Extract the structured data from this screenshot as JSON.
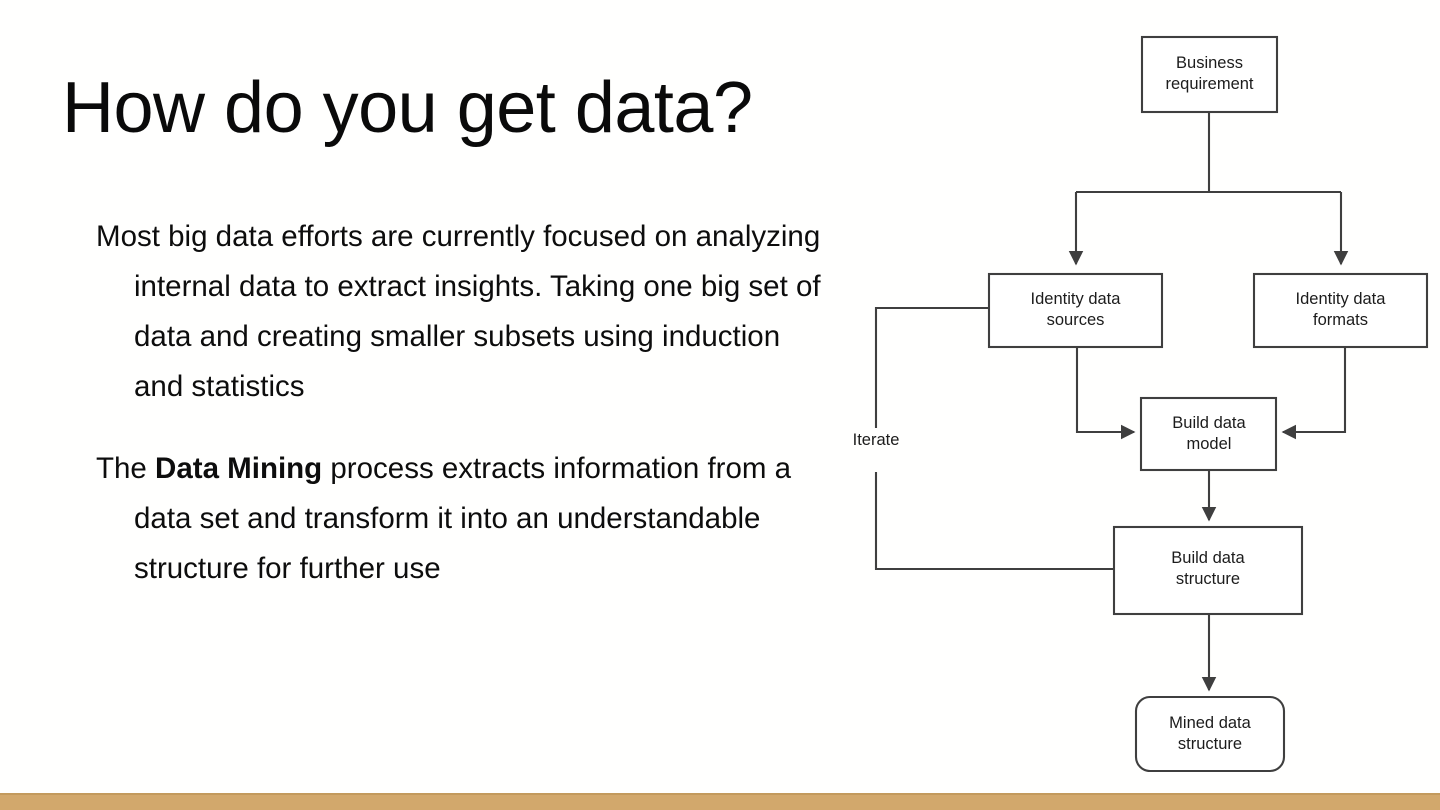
{
  "slide": {
    "title": "How do you get data?",
    "paragraphs": [
      {
        "id": "paragraph-big-data",
        "runs": [
          {
            "text": "Most big data efforts are currently focused on analyzing internal data to extract insights. Taking one big set of data and creating smaller subsets using induction and statistics",
            "bold": false
          }
        ]
      },
      {
        "id": "paragraph-data-mining",
        "runs": [
          {
            "text": "The ",
            "bold": false
          },
          {
            "text": "Data Mining",
            "bold": true
          },
          {
            "text": " process extracts information from a data set and transform it into an understandable structure for further use",
            "bold": false
          }
        ]
      }
    ],
    "accent_bar_color": "#d2a86c",
    "text_color": "#0d0d0d"
  },
  "diagram": {
    "title": "data mining process flowchart",
    "stroke_color": "#3f3f3f",
    "fill_color": "#ffffff",
    "nodes": [
      {
        "id": "business-requirement",
        "label_line1": "Business",
        "label_line2": "requirement",
        "shape": "rect"
      },
      {
        "id": "identity-data-sources",
        "label_line1": "Identity data",
        "label_line2": "sources",
        "shape": "rect"
      },
      {
        "id": "identity-data-formats",
        "label_line1": "Identity data",
        "label_line2": "formats",
        "shape": "rect"
      },
      {
        "id": "build-data-model",
        "label_line1": "Build data",
        "label_line2": "model",
        "shape": "rect"
      },
      {
        "id": "build-data-structure",
        "label_line1": "Build data",
        "label_line2": "structure",
        "shape": "rect"
      },
      {
        "id": "mined-data-structure",
        "label_line1": "Mined data",
        "label_line2": "structure",
        "shape": "rounded-rect"
      }
    ],
    "loop_label": "Iterate",
    "edges": [
      {
        "from": "business-requirement",
        "to": "identity-data-sources"
      },
      {
        "from": "business-requirement",
        "to": "identity-data-formats"
      },
      {
        "from": "identity-data-sources",
        "to": "build-data-model"
      },
      {
        "from": "identity-data-formats",
        "to": "build-data-model"
      },
      {
        "from": "build-data-model",
        "to": "build-data-structure"
      },
      {
        "from": "build-data-structure",
        "to": "mined-data-structure"
      },
      {
        "from": "build-data-structure",
        "to": "identity-data-sources",
        "label": "Iterate"
      }
    ]
  }
}
